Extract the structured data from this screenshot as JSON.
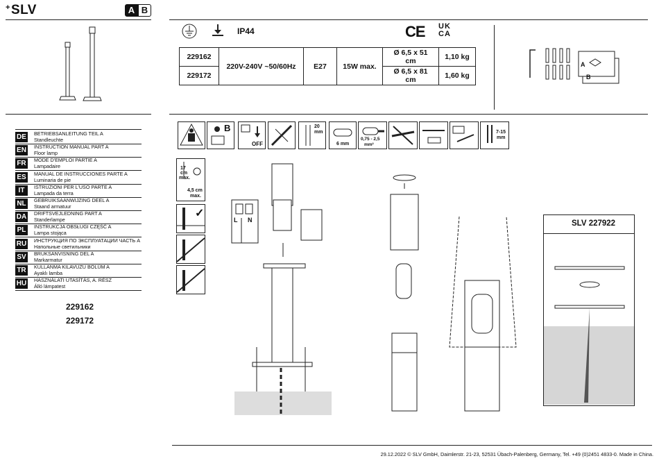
{
  "header": {
    "brand": "SLV",
    "part_letters": [
      "A",
      "B"
    ]
  },
  "certification": {
    "ip_rating": "IP44",
    "ce_mark": "CE",
    "ukca_top": "UK",
    "ukca_bottom": "CA"
  },
  "spec_table": {
    "rows": [
      {
        "article": "229162",
        "dimensions": "Ø 6,5 x 51 cm",
        "weight": "1,10 kg"
      },
      {
        "article": "229172",
        "dimensions": "Ø 6,5 x 81 cm",
        "weight": "1,60 kg"
      }
    ],
    "voltage": "220V-240V ~50/60Hz",
    "socket": "E27",
    "power": "15W max."
  },
  "languages": [
    {
      "code": "DE",
      "title": "BETRIEBSANLEITUNG TEIL A",
      "product": "Standleuchte"
    },
    {
      "code": "EN",
      "title": "INSTRUCTION MANUAL PART A",
      "product": "Floor lamp"
    },
    {
      "code": "FR",
      "title": "MODE D'EMPLOI PARTIE A",
      "product": "Lampadaire"
    },
    {
      "code": "ES",
      "title": "MANUAL DE INSTRUCCIONES PARTE A",
      "product": "Luminaria de pie"
    },
    {
      "code": "IT",
      "title": "ISTRUZIONI PER L'USO PARTE A",
      "product": "Lampada da terra"
    },
    {
      "code": "NL",
      "title": "GEBRUIKSAANWIJZING DEEL A",
      "product": "Staand armatuur"
    },
    {
      "code": "DA",
      "title": "DRIFTSVEJLEDNING PART A",
      "product": "Standerlampe"
    },
    {
      "code": "PL",
      "title": "INSTRUKCJA OBSŁUGI CZĘŚĆ A",
      "product": "Lampa stojąca"
    },
    {
      "code": "RU",
      "title": "ИНСТРУКЦИЯ ПО ЭКСПЛУАТАЦИИ ЧАСТЬ A",
      "product": "Напольные светильники"
    },
    {
      "code": "SV",
      "title": "BRUKSANVISNING DEL A",
      "product": "Markarmatur"
    },
    {
      "code": "TR",
      "title": "KULLANMA KILAVUZU BÖLÜM A",
      "product": "Ayaklı lamba"
    },
    {
      "code": "HU",
      "title": "HASZNÁLATI UTASÍTÁS, A. RÉSZ",
      "product": "Álló lámpatest"
    }
  ],
  "article_numbers": [
    "229162",
    "229172"
  ],
  "icon_labels": {
    "off": "OFF",
    "strip_20": "20",
    "strip_mm": "mm",
    "six_mm": "6 mm",
    "cross_section": "0,75 - 2,5",
    "cross_unit": "mm²",
    "strip_7_15": "7-15",
    "strip_7_15_unit": "mm",
    "lamp_17": "17",
    "lamp_cm": "cm",
    "lamp_max": "max.",
    "lamp_45": "4,5 cm",
    "lamp_45_max": "max.",
    "check": "✓",
    "badge_b": "B",
    "terminal_l": "L",
    "terminal_n": "N",
    "box_a": "A",
    "box_b": "B"
  },
  "accessory": {
    "label": "SLV 227922"
  },
  "footer": "29.12.2022 © SLV GmbH, Daimlerstr. 21-23, 52531 Übach-Palenberg, Germany, Tel. +49 (0)2451 4833-0. Made in China."
}
